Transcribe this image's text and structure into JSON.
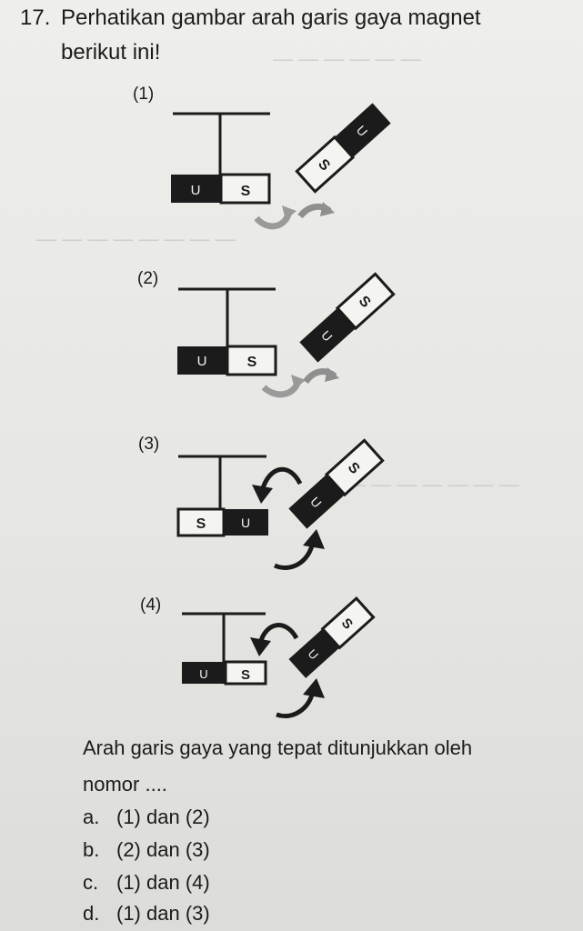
{
  "question": {
    "number": "17.",
    "line1": "Perhatikan gambar arah garis gaya magnet",
    "line2": "berikut ini!"
  },
  "figures": [
    {
      "label": "(1)",
      "bar_left": "U",
      "bar_right": "S",
      "tilted_upper": "U",
      "tilted_lower": "S"
    },
    {
      "label": "(2)",
      "bar_left": "U",
      "bar_right": "S",
      "tilted_upper": "S",
      "tilted_lower": "U"
    },
    {
      "label": "(3)",
      "bar_left": "S",
      "bar_right": "U",
      "tilted_upper": "S",
      "tilted_lower": "U"
    },
    {
      "label": "(4)",
      "bar_left": "U",
      "bar_right": "S",
      "tilted_upper": "S",
      "tilted_lower": "U"
    }
  ],
  "prompt": {
    "line1": "Arah garis gaya yang tepat ditunjukkan oleh",
    "line2": "nomor ...."
  },
  "options": [
    {
      "letter": "a.",
      "text": "(1) dan (2)"
    },
    {
      "letter": "b.",
      "text": "(2) dan (3)"
    },
    {
      "letter": "c.",
      "text": "(1) dan (4)"
    },
    {
      "letter": "d.",
      "text": "(1) dan (3)"
    }
  ],
  "colors": {
    "ink": "#1b1b1b",
    "paper": "#e9e9e6",
    "arrow_faded": "#9a9a9a"
  }
}
